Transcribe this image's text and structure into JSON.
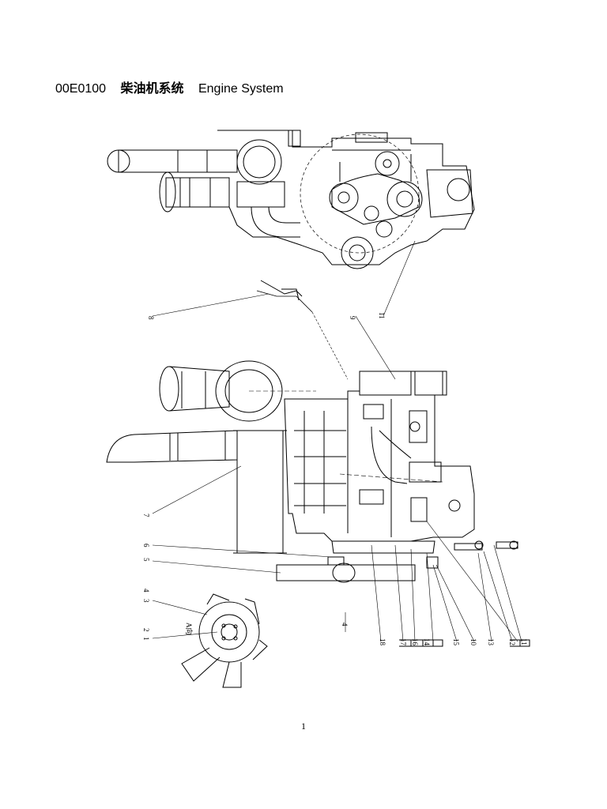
{
  "header": {
    "code": "00E0100",
    "title_zh": "柴油机系统",
    "title_en": "Engine System"
  },
  "callouts": {
    "top_left": "8",
    "top_mid": "9",
    "top_right": "11",
    "c1": "1",
    "c2": "2",
    "c3": "3",
    "c4": "4",
    "c5": "5",
    "c6": "6",
    "c7": "7",
    "c8": "8",
    "c9": "9",
    "c10": "10",
    "c11": "11",
    "c12": "12",
    "c13": "13",
    "c14": "14",
    "c15": "15",
    "c16": "16",
    "c17": "17",
    "c18": "18",
    "fan_label": "A向"
  },
  "page_number": "1"
}
